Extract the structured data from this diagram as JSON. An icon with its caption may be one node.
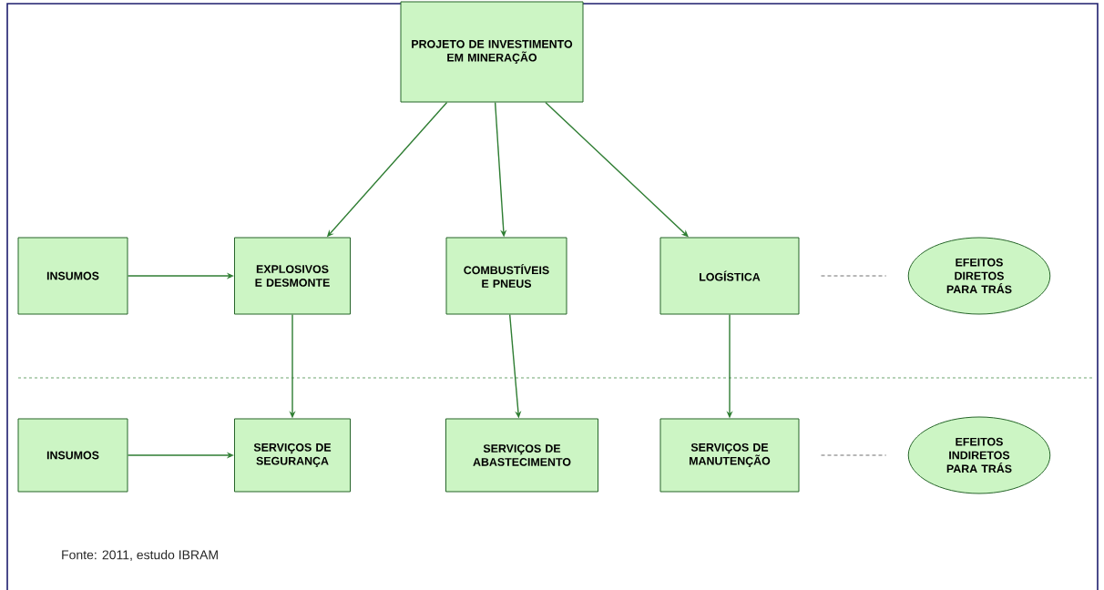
{
  "diagram": {
    "caption": "Fonte: 2011, estudo IBRAM",
    "nodes": [
      {
        "text": [
          "PROJETO DE INVESTIMENTO EM MINERAÇÃO"
        ]
      },
      {
        "text": [
          "INSUMOS"
        ]
      },
      {
        "text": [
          "EXPLOSIVOS E DESMONTE"
        ]
      },
      {
        "text": [
          "COMBUSTÍVEIS E PNEUS"
        ]
      },
      {
        "text": [
          "LOGÍSTICA"
        ]
      },
      {
        "text": [
          "EFEITOS DIRETOS PARA TRÁS"
        ]
      },
      {
        "text": [
          "INSUMOS"
        ]
      },
      {
        "text": [
          "SERVIÇOS DE SEGURANÇA"
        ]
      },
      {
        "text": [
          "SERVIÇOS DE ABASTECIMENTO"
        ]
      },
      {
        "text": [
          "SERVIÇOS DE MANUTENÇÃO"
        ]
      },
      {
        "text": [
          "EFEITOS INDIRETOS PARA TRÁS"
        ]
      }
    ],
    "edges": [
      {
        "from": 0,
        "to": 2,
        "arrow": "to"
      },
      {
        "from": 0,
        "to": 3,
        "arrow": "to"
      },
      {
        "from": 0,
        "to": 4,
        "arrow": "to"
      },
      {
        "from": 1,
        "to": 2,
        "arrow": "to"
      },
      {
        "from": 4,
        "to": 5,
        "arrow": "none",
        "style": "dashed",
        "color": "#a0a0a0"
      },
      {
        "from": 2,
        "to": 7,
        "arrow": "to"
      },
      {
        "from": 3,
        "to": 8,
        "arrow": "to"
      },
      {
        "from": 4,
        "to": 9,
        "arrow": "to"
      },
      {
        "from": 6,
        "to": 7,
        "arrow": "to"
      },
      {
        "from": 9,
        "to": 10,
        "arrow": "none",
        "style": "dashed",
        "color": "#a0a0a0"
      }
    ]
  }
}
